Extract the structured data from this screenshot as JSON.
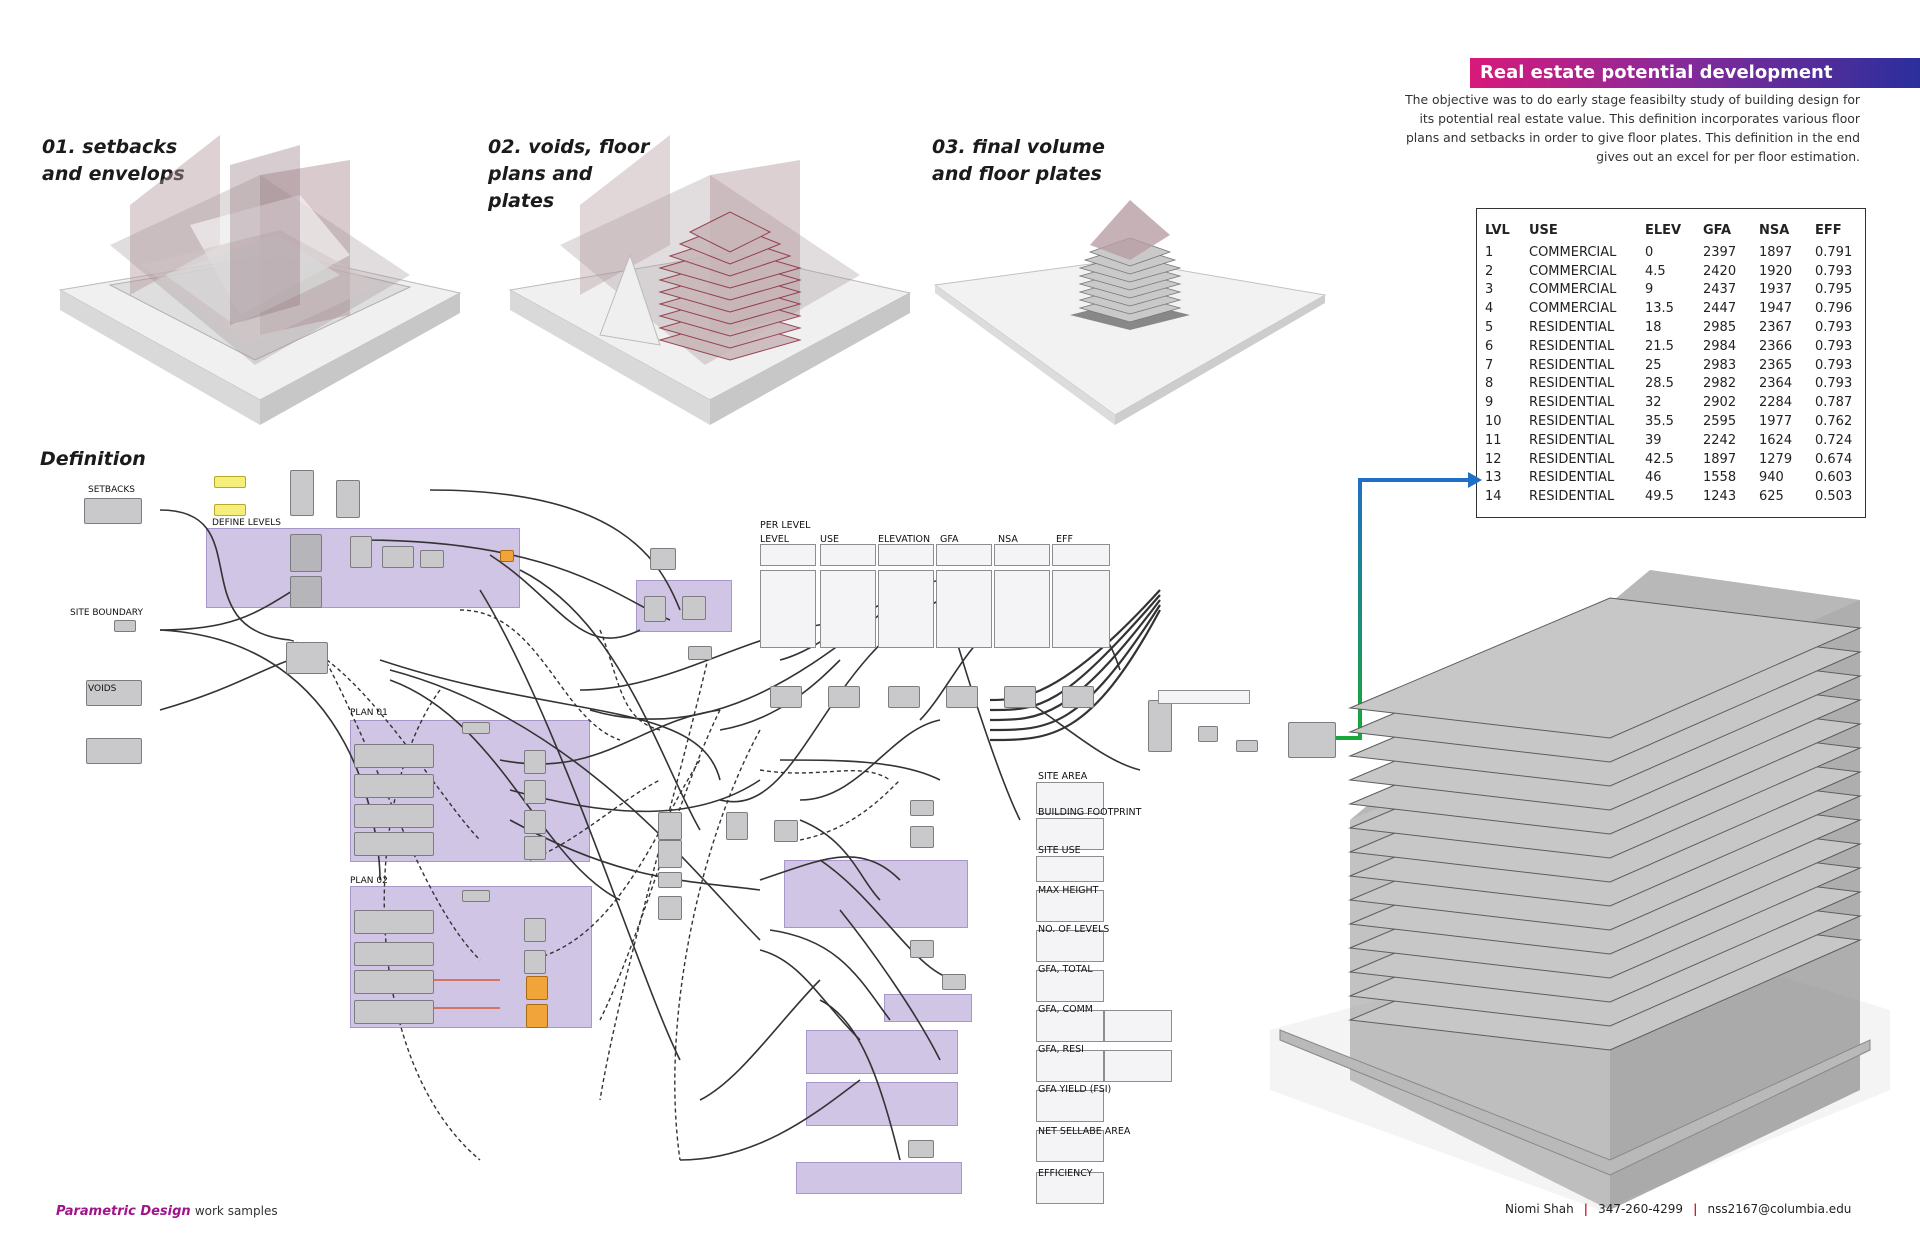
{
  "header": {
    "title": "Real estate potential development analysis",
    "description_lines": [
      "The objective was to do early stage feasibilty study of building design for",
      "its  potential real estate value. This definition incorporates various floor",
      "plans and setbacks in order to give floor plates. This definition in the end",
      "gives out an excel for per floor estimation."
    ]
  },
  "steps": [
    {
      "title": "01. setbacks\nand envelops"
    },
    {
      "title": "02. voids, floor\nplans and\nplates"
    },
    {
      "title": "03. final volume\nand floor plates"
    }
  ],
  "definition": {
    "title": "Definition",
    "labels": {
      "setbacks": "SETBACKS",
      "define_levels": "DEFINE LEVELS",
      "site_boundary": "SITE BOUNDARY",
      "voids": "VOIDS",
      "plan01": "PLAN 01",
      "plan02": "PLAN 02",
      "per_level": "PER LEVEL"
    },
    "per_level_columns": [
      "LEVEL",
      "USE",
      "ELEVATION",
      "GFA",
      "NSA",
      "EFF"
    ],
    "outputs": [
      "SITE AREA",
      "BUILDING FOOTPRINT",
      "SITE USE",
      "MAX HEIGHT",
      "NO. OF LEVELS",
      "GFA, TOTAL",
      "GFA, COMM",
      "GFA, RESI",
      "GFA YIELD (FSI)",
      "NET SELLABE AREA",
      "EFFICIENCY"
    ]
  },
  "table": {
    "headers": [
      "LVL",
      "USE",
      "ELEV",
      "GFA",
      "NSA",
      "EFF"
    ],
    "rows": [
      [
        "1",
        "COMMERCIAL",
        "0",
        "2397",
        "1897",
        "0.791"
      ],
      [
        "2",
        "COMMERCIAL",
        "4.5",
        "2420",
        "1920",
        "0.793"
      ],
      [
        "3",
        "COMMERCIAL",
        "9",
        "2437",
        "1937",
        "0.795"
      ],
      [
        "4",
        "COMMERCIAL",
        "13.5",
        "2447",
        "1947",
        "0.796"
      ],
      [
        "5",
        "RESIDENTIAL",
        "18",
        "2985",
        "2367",
        "0.793"
      ],
      [
        "6",
        "RESIDENTIAL",
        "21.5",
        "2984",
        "2366",
        "0.793"
      ],
      [
        "7",
        "RESIDENTIAL",
        "25",
        "2983",
        "2365",
        "0.793"
      ],
      [
        "8",
        "RESIDENTIAL",
        "28.5",
        "2982",
        "2364",
        "0.793"
      ],
      [
        "9",
        "RESIDENTIAL",
        "32",
        "2902",
        "2284",
        "0.787"
      ],
      [
        "10",
        "RESIDENTIAL",
        "35.5",
        "2595",
        "1977",
        "0.762"
      ],
      [
        "11",
        "RESIDENTIAL",
        "39",
        "2242",
        "1624",
        "0.724"
      ],
      [
        "12",
        "RESIDENTIAL",
        "42.5",
        "1897",
        "1279",
        "0.674"
      ],
      [
        "13",
        "RESIDENTIAL",
        "46",
        "1558",
        "940",
        "0.603"
      ],
      [
        "14",
        "RESIDENTIAL",
        "49.5",
        "1243",
        "625",
        "0.503"
      ]
    ]
  },
  "footer": {
    "left_bold": "Parametric Design",
    "left_rest": "work samples",
    "name": "Niomi Shah",
    "phone": "347-260-4299",
    "email": "nss2167@columbia.edu"
  },
  "colors": {
    "header_gradient_start": "#d8197a",
    "header_gradient_end": "#2a2f9c",
    "group_fill": "#b8a6d6",
    "arrow_blue": "#1f6fc4",
    "arrow_green": "#19a83a",
    "separator_red": "#d01a2b"
  }
}
